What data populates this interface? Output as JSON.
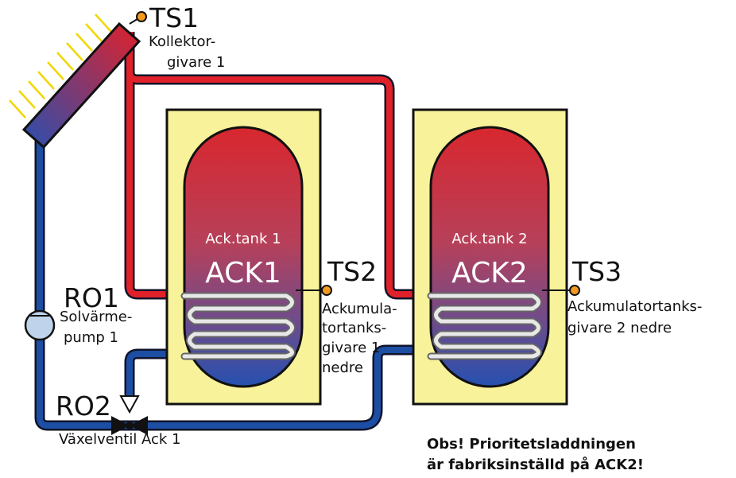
{
  "sensors": {
    "ts1": {
      "name": "TS1",
      "desc_line1": "Kollektor-",
      "desc_line2": "givare 1"
    },
    "ts2": {
      "name": "TS2",
      "desc_line1": "Ackumula-",
      "desc_line2": "tortanks-",
      "desc_line3": "givare 1",
      "desc_line4": "nedre"
    },
    "ts3": {
      "name": "TS3",
      "desc_line1": "Ackumulatortanks-",
      "desc_line2": "givare 2 nedre"
    }
  },
  "tanks": {
    "ack1": {
      "small_label": "Ack.tank 1",
      "big_label": "ACK1"
    },
    "ack2": {
      "small_label": "Ack.tank 2",
      "big_label": "ACK2"
    }
  },
  "pump": {
    "name": "RO1",
    "desc_line1": "Solvärme-",
    "desc_line2": "pump 1"
  },
  "valve": {
    "name": "RO2",
    "desc": "Växelventil Ack 1"
  },
  "note": {
    "line1": "Obs! Prioritetsladdningen",
    "line2": "är fabriksinställd på ACK2!"
  },
  "colors": {
    "hot": "#e0212a",
    "cold": "#1c4fa3",
    "tank_jacket": "#f8f29a",
    "sensor": "#f39a1e"
  }
}
